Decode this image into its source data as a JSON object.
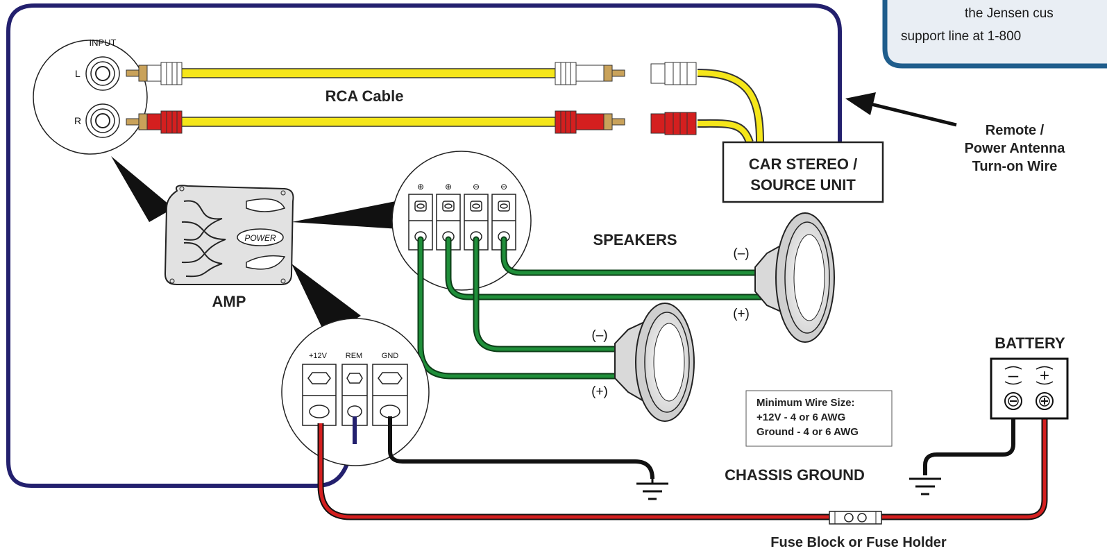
{
  "diagram": {
    "input_box": {
      "title": "INPUT",
      "left": "L",
      "right": "R"
    },
    "rca_cable": "RCA Cable",
    "amp": "AMP",
    "amp_logo": "POWER",
    "source_unit": {
      "line1": "CAR STEREO /",
      "line2": "SOURCE UNIT"
    },
    "remote_wire": {
      "line1": "Remote /",
      "line2": "Power Antenna",
      "line3": "Turn-on Wire"
    },
    "speakers": "SPEAKERS",
    "speaker_top": {
      "neg": "(–)",
      "pos": "(+)"
    },
    "speaker_bottom": {
      "neg": "(–)",
      "pos": "(+)"
    },
    "power_terminals": {
      "t1": "+12V",
      "t2": "REM",
      "t3": "GND"
    },
    "wire_size": {
      "line1": "Minimum Wire Size:",
      "line2": "+12V - 4 or 6 AWG",
      "line3": "Ground - 4 or 6 AWG"
    },
    "battery": {
      "title": "BATTERY",
      "neg": "–",
      "pos": "+"
    },
    "chassis_ground": "CHASSIS GROUND",
    "fuse": "Fuse Block or Fuse Holder",
    "support_note": {
      "line1": "the Jensen cus",
      "line2": "support line at 1-800"
    }
  },
  "colors": {
    "remote_wire": "#23206e",
    "rca_wire": "#f5e61a",
    "speaker_wire": "#1f8f3a",
    "power_wire": "#d41f1f",
    "ground_wire": "#1a1a1a",
    "note_box": "#1f5d8c"
  }
}
